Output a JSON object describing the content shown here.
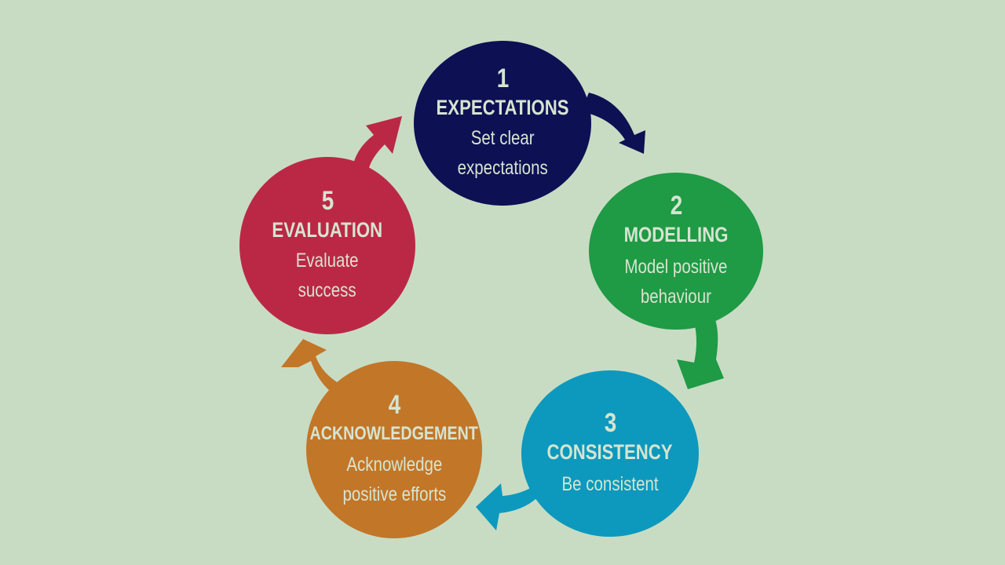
{
  "diagram": {
    "steps": [
      {
        "number": "1",
        "title": "EXPECTATIONS",
        "description": "Set clear\nexpectations",
        "color": "#0d1053"
      },
      {
        "number": "2",
        "title": "MODELLING",
        "description": "Model positive\nbehaviour",
        "color": "#1f9a45"
      },
      {
        "number": "3",
        "title": "CONSISTENCY",
        "description": "Be consistent",
        "color": "#0c99bd"
      },
      {
        "number": "4",
        "title": "ACKNOWLEDGEMENT",
        "description": "Acknowledge\npositive efforts",
        "color": "#c27628"
      },
      {
        "number": "5",
        "title": "EVALUATION",
        "description": "Evaluate\nsuccess",
        "color": "#bb2845"
      }
    ],
    "background": "#c8dcc4"
  }
}
